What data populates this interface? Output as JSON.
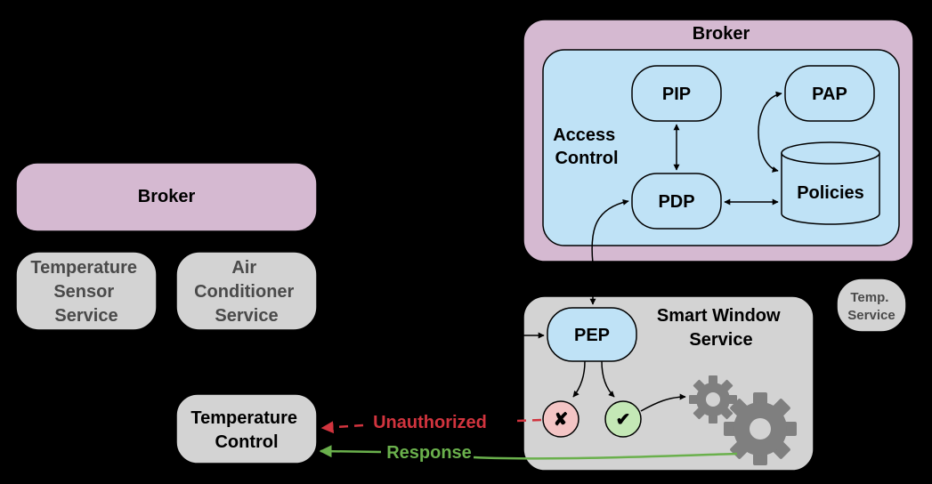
{
  "colors": {
    "background": "#000000",
    "broker_fill": "#d5b9d1",
    "access_control_fill": "#bfe2f6",
    "service_fill": "#d3d3d3",
    "service_text": "#4a4a4a",
    "deny_fill": "#f3c5c5",
    "allow_fill": "#c4e8b6",
    "gear_fill": "#7f7f7f",
    "unauthorized": "#d1343e",
    "response": "#6ab04c"
  },
  "left": {
    "broker_label": "Broker",
    "temperature_sensor_service": [
      "Temperature",
      "Sensor",
      "Service"
    ],
    "air_conditioner_service": [
      "Air",
      "Conditioner",
      "Service"
    ],
    "temperature_control": [
      "Temperature",
      "Control"
    ]
  },
  "right": {
    "broker_label": "Broker",
    "access_control_label": [
      "Access",
      "Control"
    ],
    "pip_label": "PIP",
    "pap_label": "PAP",
    "pdp_label": "PDP",
    "policies_label": "Policies",
    "smart_window_service": [
      "Smart Window",
      "Service"
    ],
    "pep_label": "PEP",
    "temp_service": [
      "Temp.",
      "Service"
    ],
    "deny_symbol": "✘",
    "allow_symbol": "✔"
  },
  "flows": {
    "unauthorized_label": "Unauthorized",
    "response_label": "Response"
  },
  "icons": {
    "gear_small": "gear-icon",
    "gear_large": "gear-icon",
    "deny": "cross-icon",
    "allow": "check-icon"
  }
}
